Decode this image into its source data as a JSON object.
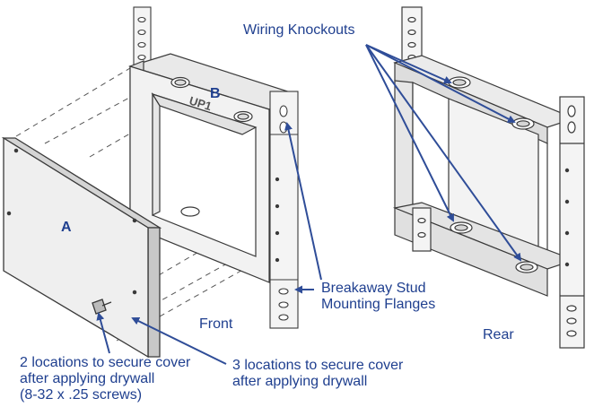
{
  "colors": {
    "label_text": "#1f3f8f",
    "callout_arrow": "#2f4d98",
    "part_stroke": "#3a3a3a",
    "part_fill": "#ececec",
    "flange_fill": "#f4f4f4"
  },
  "labels": {
    "wiring_knockouts": "Wiring Knockouts",
    "part_b": "B",
    "part_a": "A",
    "box_stamp": "UP1",
    "breakaway_line1": "Breakaway Stud",
    "breakaway_line2": "Mounting Flanges",
    "front": "Front",
    "rear": "Rear",
    "two_locations_line1": "2 locations to secure cover",
    "two_locations_line2": "after applying drywall",
    "two_locations_line3": "(8-32 x .25 screws)",
    "three_locations_line1": "3 locations to secure cover",
    "three_locations_line2": "after applying drywall"
  }
}
